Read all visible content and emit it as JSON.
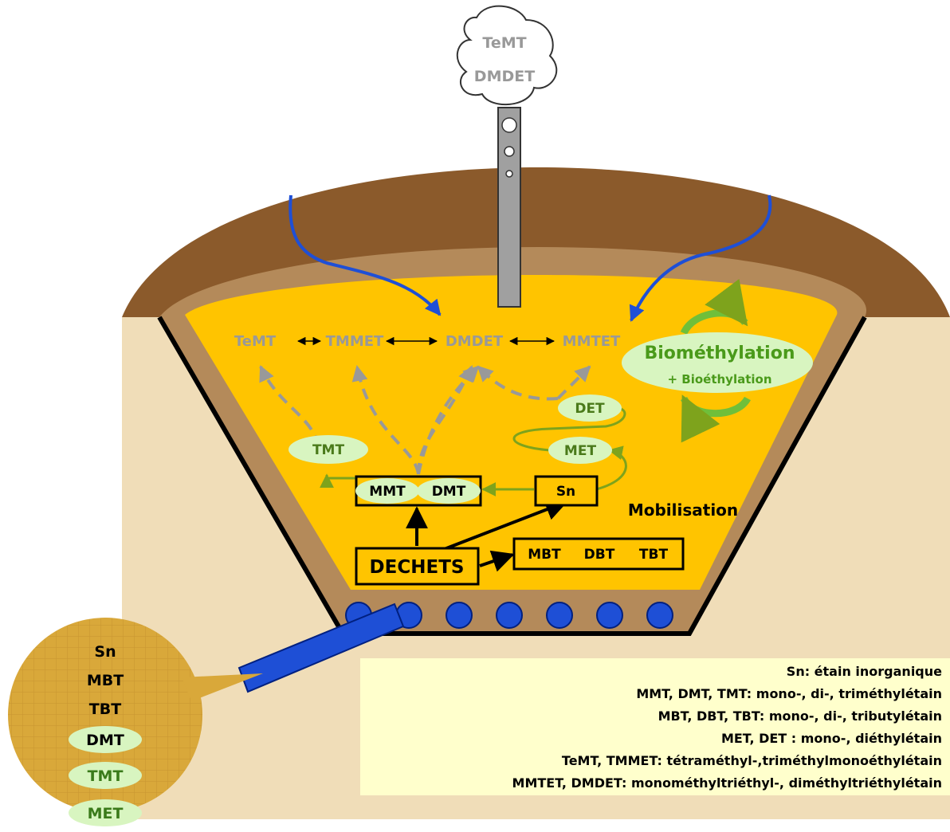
{
  "cloud": {
    "line1": "TeMT",
    "line2": "DMDET"
  },
  "volatiles": [
    "TeMT",
    "TMMET",
    "DMDET",
    "MMTET"
  ],
  "process": {
    "biomethylation": "Biométhylation",
    "bioethylation": "+ Bioéthylation",
    "mobilisation": "Mobilisation"
  },
  "species": {
    "tmt": "TMT",
    "det": "DET",
    "met": "MET",
    "mmt": "MMT",
    "dmt": "DMT",
    "sn": "Sn"
  },
  "waste": {
    "dechets": "DECHETS",
    "mbt": "MBT",
    "dbt": "DBT",
    "tbt": "TBT"
  },
  "leachate": [
    "Sn",
    "MBT",
    "TBT",
    "DMT",
    "TMT",
    "MET"
  ],
  "legend": [
    "Sn: étain inorganique",
    "MMT, DMT, TMT: mono-, di-, triméthylétain",
    "MBT, DBT, TBT: mono-, di-, tributylétain",
    "MET, DET : mono-, diéthylétain",
    "TeMT, TMMET: tétraméthyl-,triméthylmonoéthylétain",
    "MMTET, DMDET: monométhyltriéthyl-, diméthyltriéthylétain"
  ],
  "colors": {
    "soil": "#f0ddb8",
    "cap": "#8b5a2b",
    "gravel": "#b48a5a",
    "waste": "#ffc400",
    "green": "#7ea31c",
    "ellipse": "#d8f5c0",
    "blue": "#1e4fd6",
    "legend_bg": "#ffffcc"
  }
}
